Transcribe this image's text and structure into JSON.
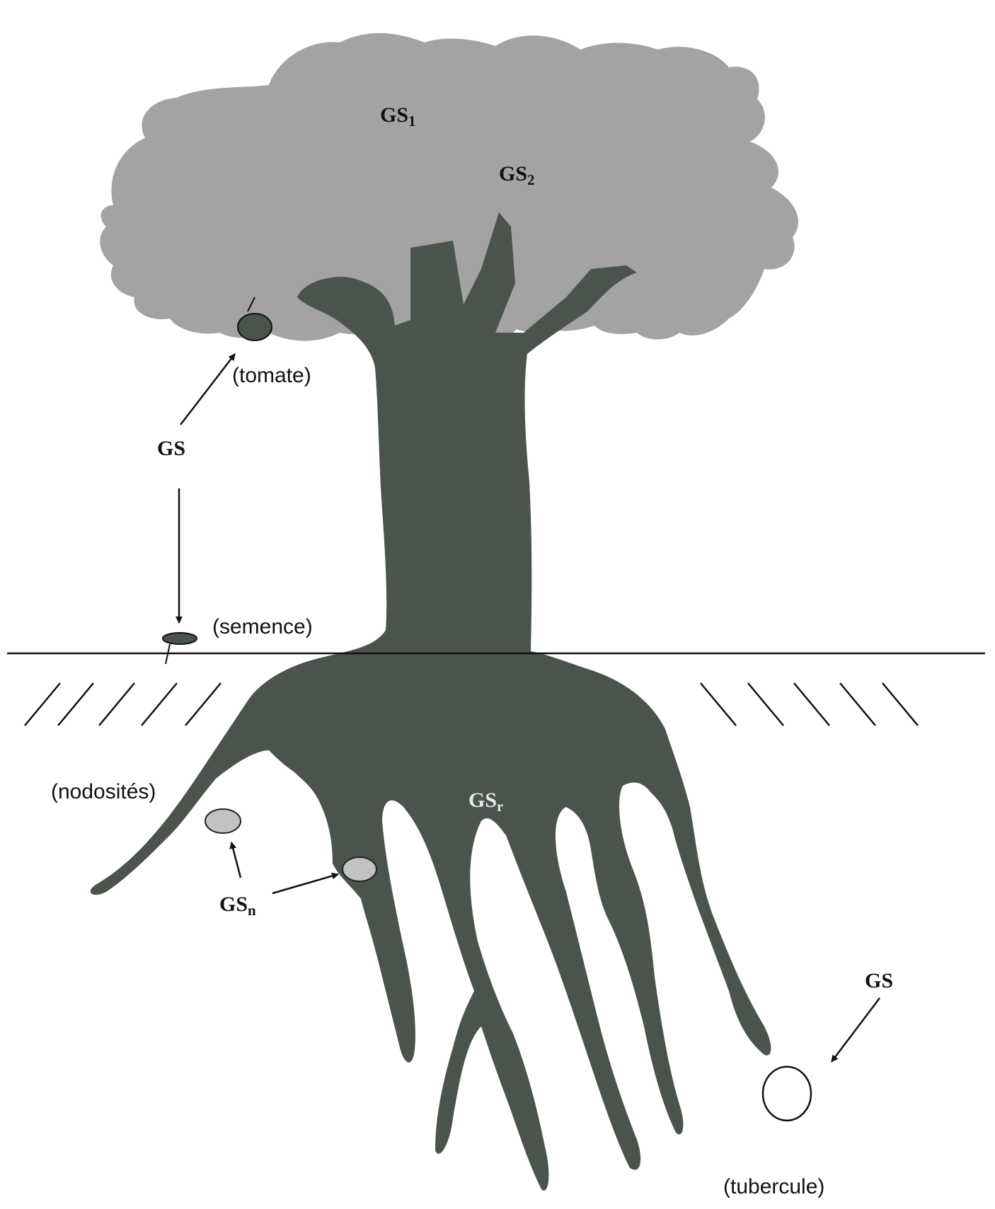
{
  "colors": {
    "canopy": "#a3a3a3",
    "trunk": "#4a544d",
    "nodule": "#c2c2c2",
    "line": "#111111",
    "background": "#ffffff"
  },
  "labels": {
    "gs1": {
      "base": "GS",
      "sub": "1"
    },
    "gs2": {
      "base": "GS",
      "sub": "2"
    },
    "gsr": {
      "base": "GS",
      "sub": "r"
    },
    "gsn": {
      "base": "GS",
      "sub": "n"
    },
    "gs_top": "GS",
    "gs_right": "GS",
    "tomate": "(tomate)",
    "semence": "(semence)",
    "nodosites": "(nodosités)",
    "tubercule": "(tubercule)"
  }
}
